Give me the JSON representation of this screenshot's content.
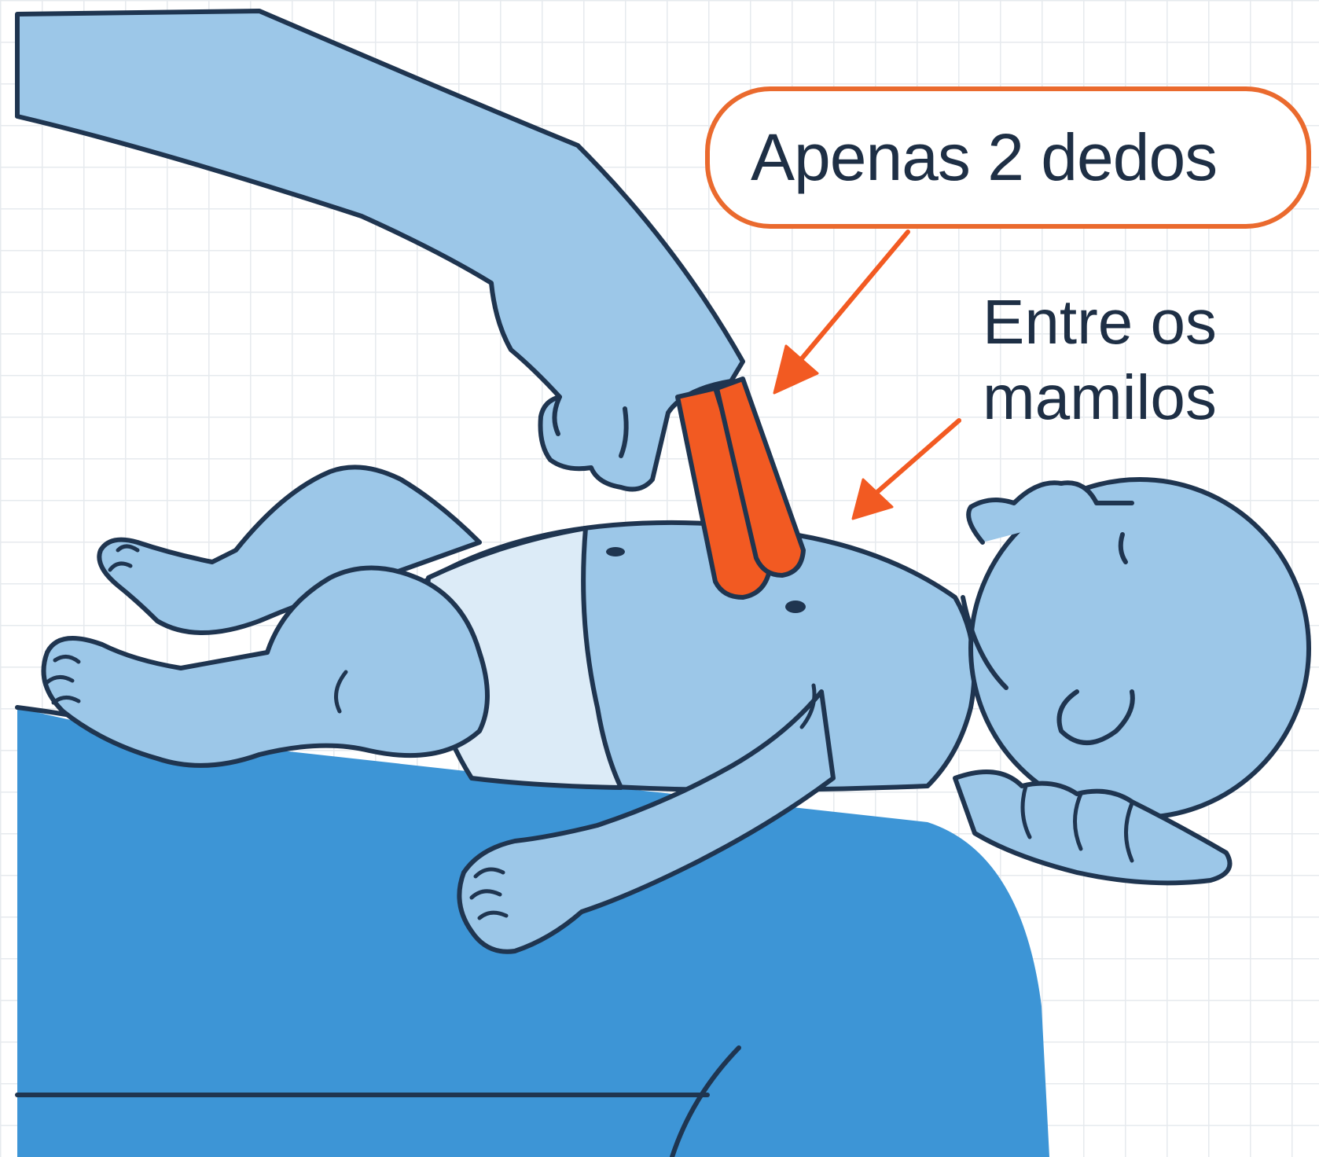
{
  "callouts": {
    "fingers": "Apenas 2 dedos",
    "nipples_line1": "Entre os",
    "nipples_line2": "mamilos"
  },
  "colors": {
    "skin": "#9cc7e8",
    "skin_light": "#cfe3f3",
    "outline": "#1f3550",
    "surface": "#3d95d6",
    "accent": "#f25a22",
    "callout_border": "#ea6a2e",
    "text": "#1e2f45"
  }
}
